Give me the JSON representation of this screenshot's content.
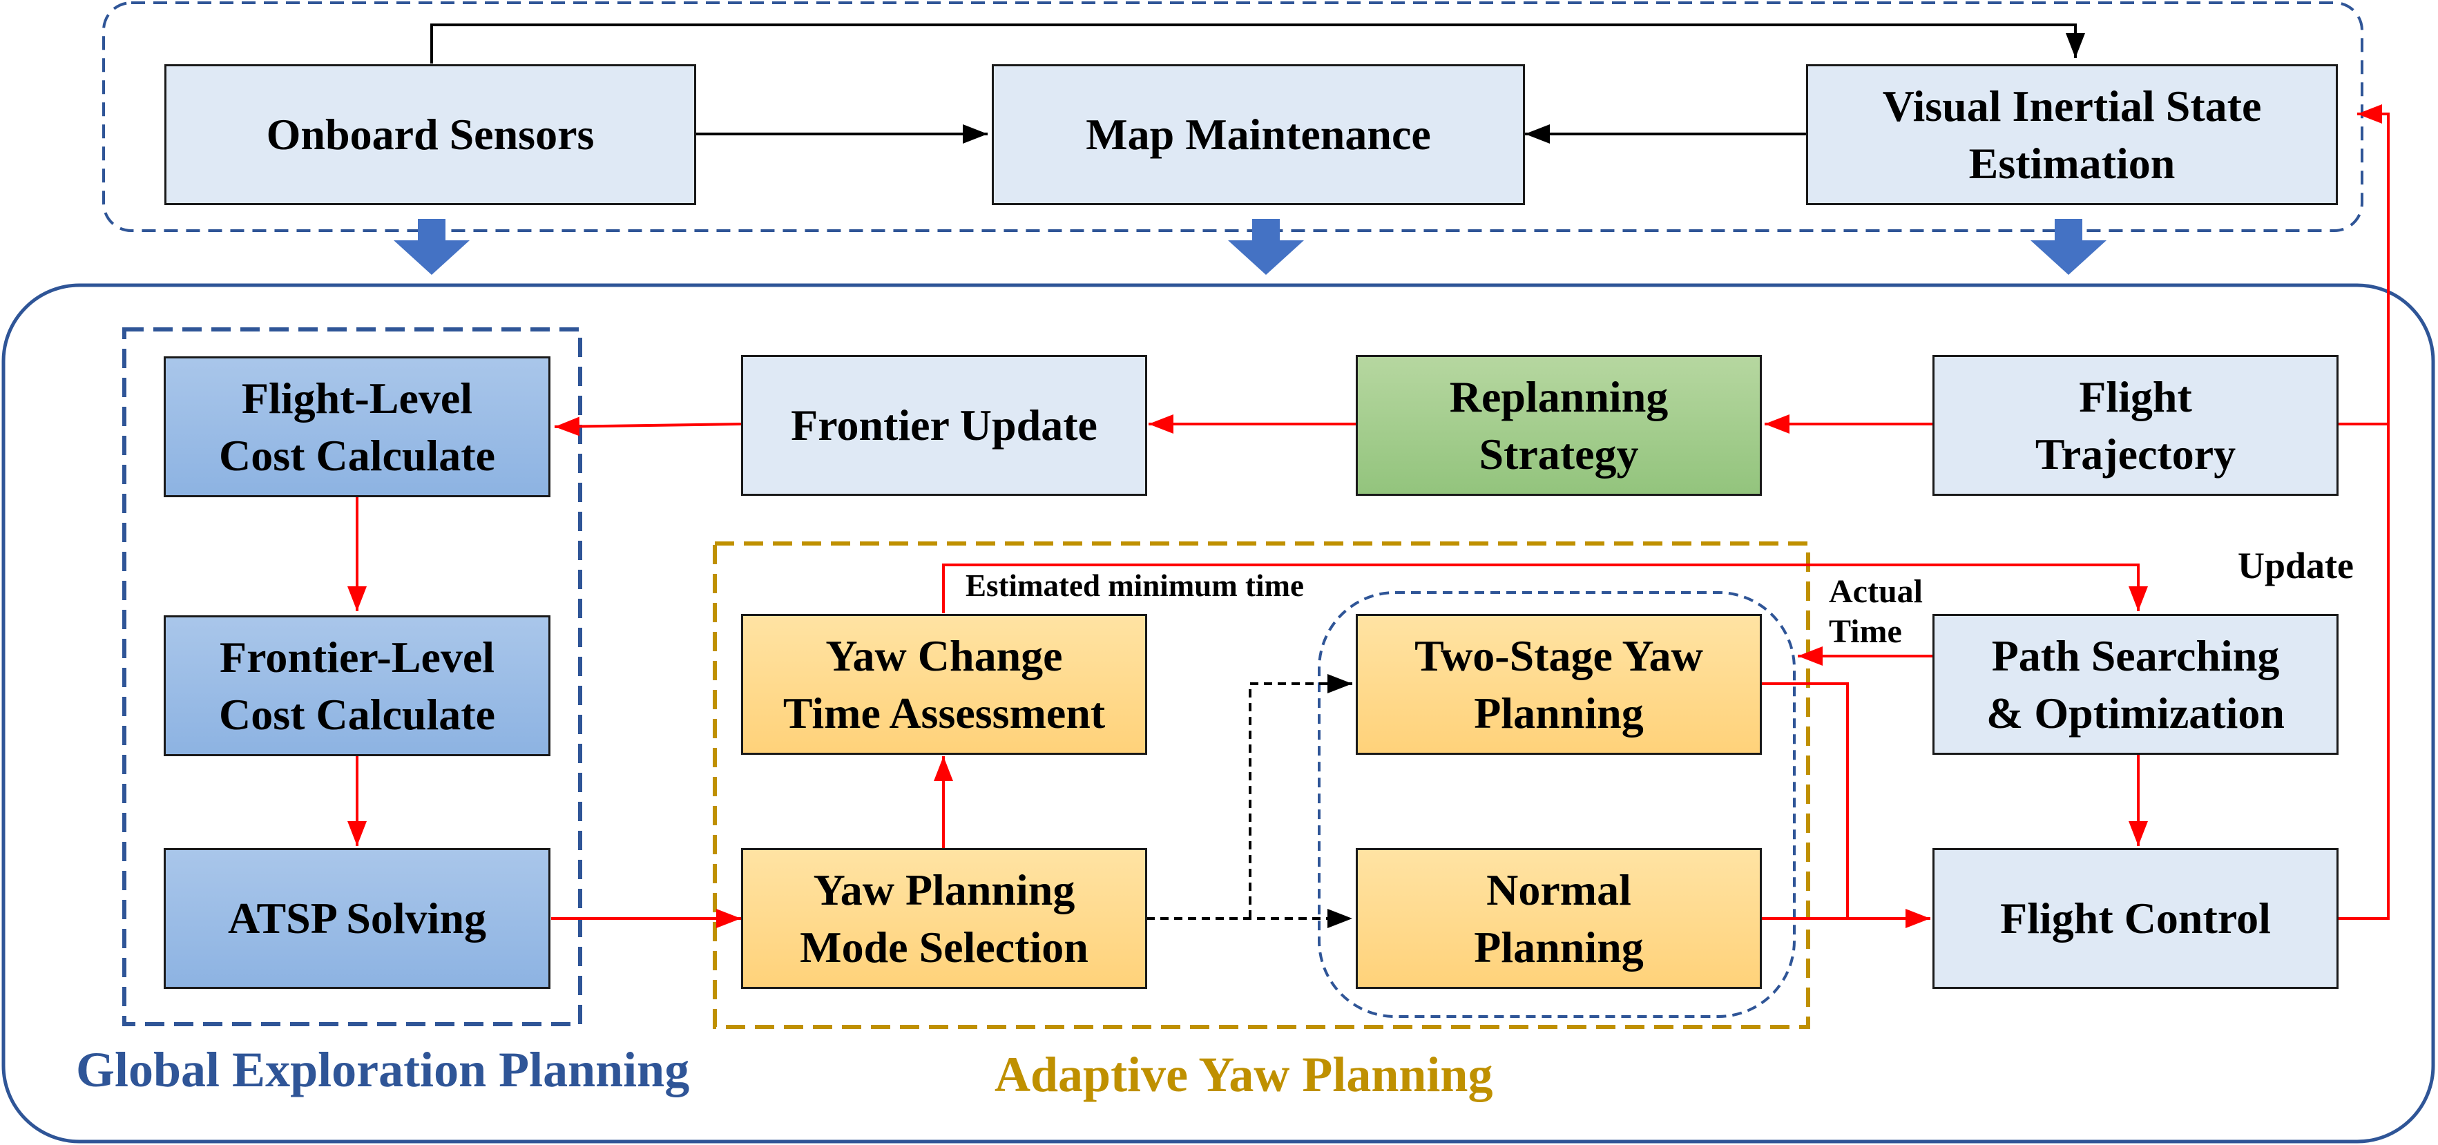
{
  "perception": {
    "onboard_sensors": "Onboard Sensors",
    "map_maintenance": "Map Maintenance",
    "vio": "Visual Inertial State\nEstimation"
  },
  "global": {
    "flight_level_cost": "Flight-Level\nCost Calculate",
    "frontier_level_cost": "Frontier-Level\nCost Calculate",
    "atsp": "ATSP Solving",
    "frontier_update": "Frontier Update",
    "title": "Global Exploration Planning"
  },
  "replanning": "Replanning\nStrategy",
  "flight_trajectory": "Flight\nTrajectory",
  "yaw": {
    "change_time": "Yaw Change\nTime Assessment",
    "mode_selection": "Yaw Planning\nMode Selection",
    "two_stage": "Two-Stage Yaw\nPlanning",
    "normal": "Normal\nPlanning",
    "title": "Adaptive Yaw Planning",
    "estimated_min_time": "Estimated minimum time"
  },
  "path_search": "Path Searching\n& Optimization",
  "flight_control": "Flight Control",
  "labels": {
    "update": "Update",
    "actual_time": "Actual\nTime"
  },
  "colors": {
    "blue_line": "#2f5597",
    "gold": "#bf9000",
    "red_arrow": "#ff0000",
    "down_arrow": "#4472c4"
  }
}
